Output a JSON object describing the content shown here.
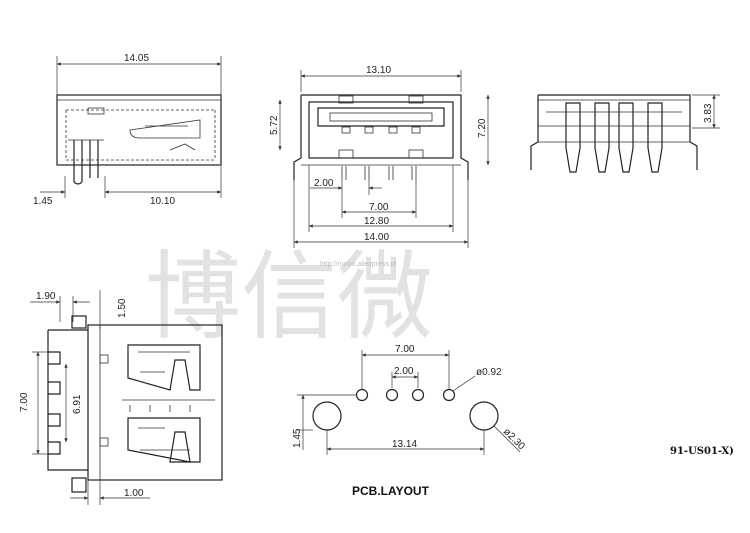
{
  "watermark": {
    "characters": "博信微",
    "url": "http://ruobo.aliexpress.pl"
  },
  "dimensions": {
    "side_overall": "14.05",
    "side_offset": "1.45",
    "side_body": "10.10",
    "front_width": "13.10",
    "front_inner_height": "5.72",
    "front_height": "7.20",
    "front_pitch": "2.00",
    "front_pin_span": "7.00",
    "front_shell": "12.80",
    "front_overall": "14.00",
    "rear_height": "3.83",
    "top_tab": "1.90",
    "top_tab_len": "1.50",
    "top_span": "7.00",
    "top_inner": "6.91",
    "top_bottom_tab": "1.00",
    "pcb_pin_span": "7.00",
    "pcb_pitch": "2.00",
    "pcb_small_hole": "ø0.92",
    "pcb_offset": "1.45",
    "pcb_peg_span": "13.14",
    "pcb_big_hole": "ø2.30"
  },
  "labels": {
    "pcb_layout": "PCB.LAYOUT",
    "part_code": "91-US01-X)"
  }
}
